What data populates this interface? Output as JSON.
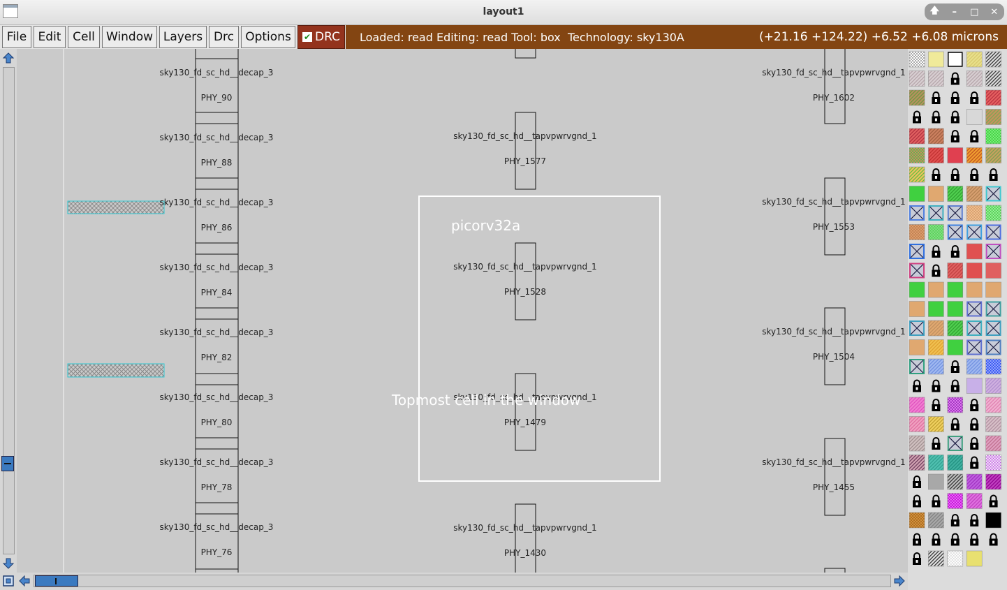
{
  "window": {
    "title": "layout1"
  },
  "window_buttons": [
    {
      "name": "up-arrow-icon",
      "glyph": "🡅"
    },
    {
      "name": "minimize-icon",
      "glyph": "–"
    },
    {
      "name": "maximize-icon",
      "glyph": "□"
    },
    {
      "name": "close-icon",
      "glyph": "✕"
    }
  ],
  "menu": {
    "file": "File",
    "edit": "Edit",
    "cell": "Cell",
    "window": "Window",
    "layers": "Layers",
    "drc": "Drc",
    "options": "Options"
  },
  "drc_toggle": {
    "label": "DRC",
    "checked": true
  },
  "status": {
    "left": "Loaded: read Editing: read Tool: box  Technology: sky130A",
    "coords": "(+21.16 +124.22) +6.52 +6.08 microns"
  },
  "layout": {
    "top_cell_label": "picorv32a",
    "overlay_message": "Topmost cell in the window",
    "column_left": [
      {
        "cell": "sky130_fd_sc_hd__decap_3",
        "inst": "PHY_90"
      },
      {
        "cell": "sky130_fd_sc_hd__decap_3",
        "inst": "PHY_88"
      },
      {
        "cell": "sky130_fd_sc_hd__decap_3",
        "inst": "PHY_86"
      },
      {
        "cell": "sky130_fd_sc_hd__decap_3",
        "inst": "PHY_84"
      },
      {
        "cell": "sky130_fd_sc_hd__decap_3",
        "inst": "PHY_82"
      },
      {
        "cell": "sky130_fd_sc_hd__decap_3",
        "inst": "PHY_80"
      },
      {
        "cell": "sky130_fd_sc_hd__decap_3",
        "inst": "PHY_78"
      },
      {
        "cell": "sky130_fd_sc_hd__decap_3",
        "inst": "PHY_76"
      }
    ],
    "column_middle": [
      {
        "cell": "sky130_fd_sc_hd__tapvpwrvgnd_1",
        "inst": "PHY_1577"
      },
      {
        "cell": "sky130_fd_sc_hd__tapvpwrvgnd_1",
        "inst": "PHY_1528"
      },
      {
        "cell": "sky130_fd_sc_hd__tapvpwrvgnd_1",
        "inst": "PHY_1479"
      },
      {
        "cell": "sky130_fd_sc_hd__tapvpwrvgnd_1",
        "inst": "PHY_1430"
      }
    ],
    "column_right": [
      {
        "cell": "sky130_fd_sc_hd__tapvpwrvgnd_1",
        "inst": "PHY_1602"
      },
      {
        "cell": "sky130_fd_sc_hd__tapvpwrvgnd_1",
        "inst": "PHY_1553"
      },
      {
        "cell": "sky130_fd_sc_hd__tapvpwrvgnd_1",
        "inst": "PHY_1504"
      },
      {
        "cell": "sky130_fd_sc_hd__tapvpwrvgnd_1",
        "inst": "PHY_1455"
      }
    ]
  },
  "colors": {
    "canvas_bg": "#cacaca",
    "cell_outline": "#111111",
    "label_text": "#222222",
    "selection_box": "#ffffff",
    "hatch_box_outline": "#2fc6d0",
    "status_bg": "#834512",
    "drc_bg": "#93331d",
    "scroll_thumb": "#3b7ac0"
  },
  "scroll": {
    "vertical_position": 0.84,
    "horizontal_position": 0.03
  },
  "palette": {
    "cells": [
      "dots:#ffffff:#aaaaaa",
      "solid:#f0ea9a",
      "outline:#ffffff",
      "hatch:#e8e08a:#d8c870",
      "hatch:#dddddd:#333333",
      "hatch:#d8cfd2:#b5a5aa",
      "hatch:#d8cfd2:#b5a5aa",
      "lock",
      "hatch:#d8cfd2:#b5a5aa",
      "hatch:#dddddd:#333333",
      "hatch:#b89060:#6a9a40",
      "lock",
      "lock",
      "lock",
      "hatch:#e56060:#b83040",
      "lock",
      "lock",
      "lock",
      "solid:#d8d8d8",
      "hatch:#c89060:#7aaa50",
      "hatch:#e06060:#b03040",
      "hatch:#cc8060:#a06040",
      "lock",
      "lock",
      "dots:#40d040:#80f080",
      "dots:#e08060:#50c050",
      "hatch:#e05050:#c03030",
      "solid:#e04050",
      "hatch:#f0a030:#c05020",
      "hatch:#c8a060:#7aa050",
      "hatch:#f0c060:#60c040",
      "lock",
      "lock",
      "lock",
      "lock",
      "solid:#40d040",
      "solid:#e0a870",
      "hatch:#50d050:#30a030",
      "hatch:#d8a070:#b08050",
      "cross:#40c8d0",
      "cross:#5080e0",
      "cross:#40b0c0",
      "cross:#6080d0",
      "dots:#d8a070:#f0c090",
      "dots:#50d050:#a0f0a0",
      "dots:#e0a070:#c08050",
      "dots:#50d050:#90e090",
      "cross:#4080e0",
      "cross:#40a0e0",
      "cross:#5070e0",
      "cross:#3070e0",
      "lock",
      "lock",
      "solid:#e05050",
      "cross:#c050c0",
      "cross:#d04080",
      "lock",
      "hatch:#e06060:#c04040",
      "solid:#e05050",
      "solid:#e06060",
      "solid:#40d040",
      "solid:#e0a870",
      "solid:#40d040",
      "solid:#e0a870",
      "solid:#e0a870",
      "solid:#e0a870",
      "solid:#40d040",
      "solid:#40d040",
      "cross:#6070d0",
      "cross:#40a0a0",
      "cross:#40a0c0",
      "hatch:#e0a870:#c09060",
      "hatch:#50d050:#30a030",
      "cross:#40b0c0",
      "cross:#40a0c0",
      "solid:#e0a870",
      "hatch:#f0c050:#e0a030",
      "solid:#40d040",
      "cross:#6070d0",
      "cross:#5080c0",
      "cross:#30a080",
      "hatch:#a0b8f0:#7090e0",
      "lock",
      "hatch:#a0b8f0:#7090e0",
      "dots:#3050f0:#a0b0ff",
      "lock",
      "lock",
      "lock",
      "solid:#c8b0e8",
      "hatch:#d0b0e0:#b090d0",
      "hatch:#f080d0:#e050c0",
      "lock",
      "dots:#a030c0:#e080f0",
      "lock",
      "hatch:#f0b0d0:#e080b0",
      "hatch:#f0a0c0:#e070a0",
      "hatch:#f0d060:#c0a030",
      "lock",
      "lock",
      "hatch:#d8c0c8:#b090a0",
      "hatch:#d0c0c0:#a09090",
      "lock",
      "cross:#40a080",
      "lock",
      "hatch:#e0a0c0:#c07090",
      "hatch:#d0a0b0:#704060",
      "hatch:#50c0b0:#30a090",
      "hatch:#40b0a0:#209080",
      "lock",
      "dots:#c060e0:#ffffff",
      "lock",
      "solid:#a8a8a8",
      "hatch:#c0c0c0:#303030",
      "hatch:#c060e0:#a030c0",
      "hatch:#c040c0:#900090",
      "lock",
      "lock",
      "dots:#c000d0:#f080ff",
      "hatch:#e070e0:#c040c0",
      "lock",
      "dots:#d09040:#b07020",
      "hatch:#a8a8a8:#808080",
      "lock",
      "lock",
      "solid:#000000",
      "lock",
      "lock",
      "lock",
      "lock",
      "lock",
      "lock",
      "hatch:#e0e0e0:#303030",
      "dots:#e0e0e0:#ffffff",
      "solid:#e8e070"
    ]
  }
}
